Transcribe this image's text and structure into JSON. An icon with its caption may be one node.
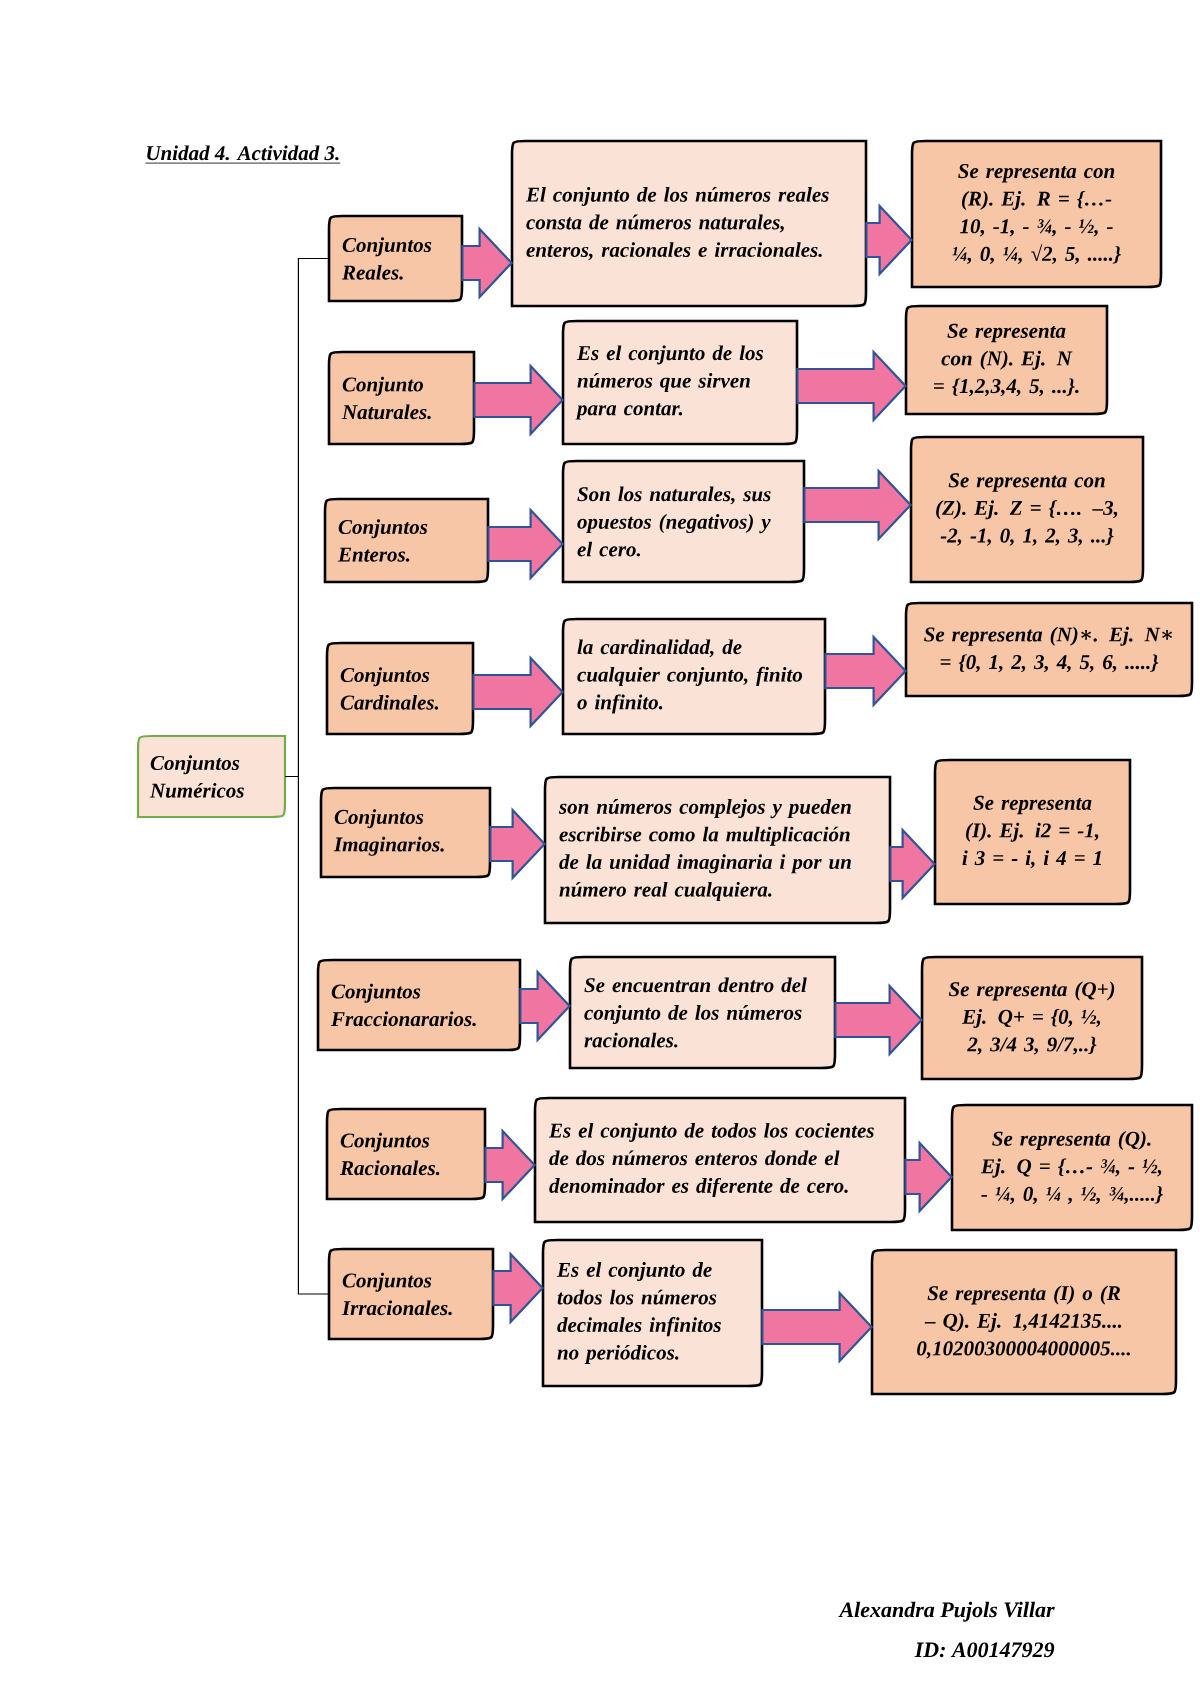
{
  "diagram": {
    "title": "Unidad 4. Actividad 3.",
    "nodes": [
      {
        "text": [
          "Conjuntos Numéricos"
        ]
      },
      {
        "text": [
          "Conjuntos Reales."
        ]
      },
      {
        "text": [
          "El conjunto de los números reales consta de números naturales, enteros, racionales e irracionales."
        ]
      },
      {
        "text": [
          "Se representa con (R). Ej. R = {…- 10, -1, - ¾, - ½, - ¼, 0, ¼, √2, 5, .....}"
        ]
      },
      {
        "text": [
          "Conjunto Naturales."
        ]
      },
      {
        "text": [
          "Es el conjunto de los números que sirven para contar."
        ]
      },
      {
        "text": [
          "Se representa con (N). Ej. N = {1,2,3,4, 5, ...}."
        ]
      },
      {
        "text": [
          "Conjuntos Enteros."
        ]
      },
      {
        "text": [
          "Son los naturales, sus opuestos (negativos) y el cero."
        ]
      },
      {
        "text": [
          "Se representa con (Z). Ej. Z = {…. –3, -2, -1, 0, 1, 2, 3, ...}"
        ]
      },
      {
        "text": [
          "Conjuntos Cardinales."
        ]
      },
      {
        "text": [
          "la cardinalidad, de cualquier conjunto, finito o infinito."
        ]
      },
      {
        "text": [
          "Se representa (N)∗. Ej. N∗ = {0, 1, 2, 3, 4, 5, 6, .....}"
        ]
      },
      {
        "text": [
          "Conjuntos Imaginarios."
        ]
      },
      {
        "text": [
          "son números complejos y pueden escribirse como la multiplicación de la unidad imaginaria i por un número real cualquiera."
        ]
      },
      {
        "text": [
          "Se representa (I). Ej. i2 = -1, i 3 = - i, i 4 = 1"
        ]
      },
      {
        "text": [
          "Conjuntos Fraccionararios."
        ]
      },
      {
        "text": [
          "Se encuentran dentro del conjunto de los números racionales."
        ]
      },
      {
        "text": [
          "Se representa (Q+) Ej. Q+ = {0, ½, 2, 3/4 3, 9/7,..}"
        ]
      },
      {
        "text": [
          "Conjuntos Racionales."
        ]
      },
      {
        "text": [
          "Es el conjunto de todos los cocientes de dos números enteros donde el denominador es diferente de cero."
        ]
      },
      {
        "text": [
          "Se representa (Q). Ej. Q = {…- ¾, - ½, - ¼, 0, ¼ , ½, ¾,.....}"
        ]
      },
      {
        "text": [
          "Conjuntos Irracionales."
        ]
      },
      {
        "text": [
          "Es el conjunto de todos los números decimales infinitos no periódicos."
        ]
      },
      {
        "text": [
          "Se representa (I) o (R – Q). Ej. 1,4142135.... 0,10200300004000005...."
        ]
      }
    ],
    "edges": [
      {
        "from": 0,
        "to": 1,
        "arrow": "none"
      },
      {
        "from": 0,
        "to": 22,
        "arrow": "none"
      },
      {
        "from": 1,
        "to": 2,
        "arrow": "to"
      },
      {
        "from": 2,
        "to": 3,
        "arrow": "to"
      },
      {
        "from": 4,
        "to": 5,
        "arrow": "to"
      },
      {
        "from": 5,
        "to": 6,
        "arrow": "to"
      },
      {
        "from": 7,
        "to": 8,
        "arrow": "to"
      },
      {
        "from": 8,
        "to": 9,
        "arrow": "to"
      },
      {
        "from": 10,
        "to": 11,
        "arrow": "to"
      },
      {
        "from": 11,
        "to": 12,
        "arrow": "to"
      },
      {
        "from": 13,
        "to": 14,
        "arrow": "to"
      },
      {
        "from": 14,
        "to": 15,
        "arrow": "to"
      },
      {
        "from": 16,
        "to": 17,
        "arrow": "to"
      },
      {
        "from": 17,
        "to": 18,
        "arrow": "to"
      },
      {
        "from": 19,
        "to": 20,
        "arrow": "to"
      },
      {
        "from": 20,
        "to": 21,
        "arrow": "to"
      },
      {
        "from": 22,
        "to": 23,
        "arrow": "to"
      },
      {
        "from": 23,
        "to": 24,
        "arrow": "to"
      }
    ],
    "labels": [
      "Alexandra Pujols Villar",
      "ID: A00147929"
    ]
  }
}
